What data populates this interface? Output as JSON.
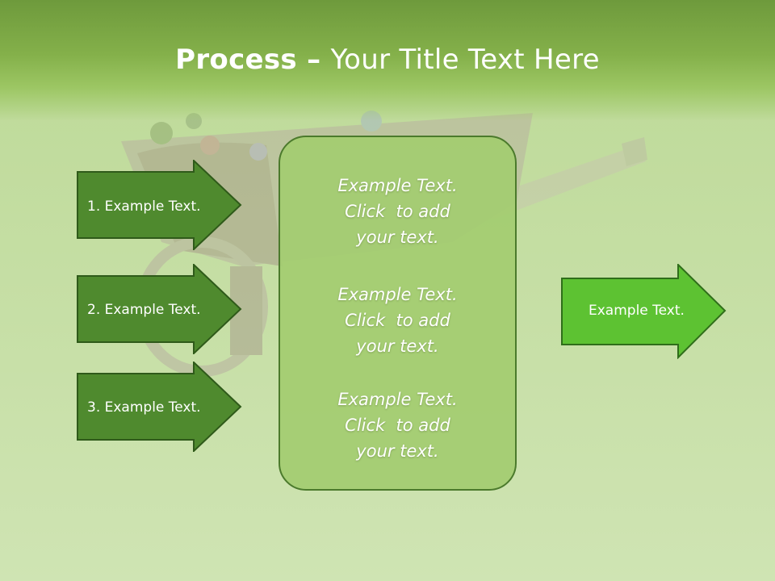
{
  "title": {
    "bold": "Process",
    "dash": " – ",
    "rest": "Your Title Text Here"
  },
  "left_arrows": [
    {
      "label": "1. Example Text."
    },
    {
      "label": "2. Example Text."
    },
    {
      "label": "3. Example Text."
    }
  ],
  "center_box": {
    "blocks": [
      {
        "line1": "Example Text.",
        "line2": "Click  to add",
        "line3": "your text."
      },
      {
        "line1": "Example Text.",
        "line2": "Click  to add",
        "line3": "your text."
      },
      {
        "line1": "Example Text.",
        "line2": "Click  to add",
        "line3": "your text."
      }
    ]
  },
  "right_arrow": {
    "label": "Example Text."
  },
  "colors": {
    "dark_arrow": "#4f8a2e",
    "bright_arrow": "#5dc232",
    "box_fill": "#a3cc70",
    "header": "#84b04a"
  }
}
